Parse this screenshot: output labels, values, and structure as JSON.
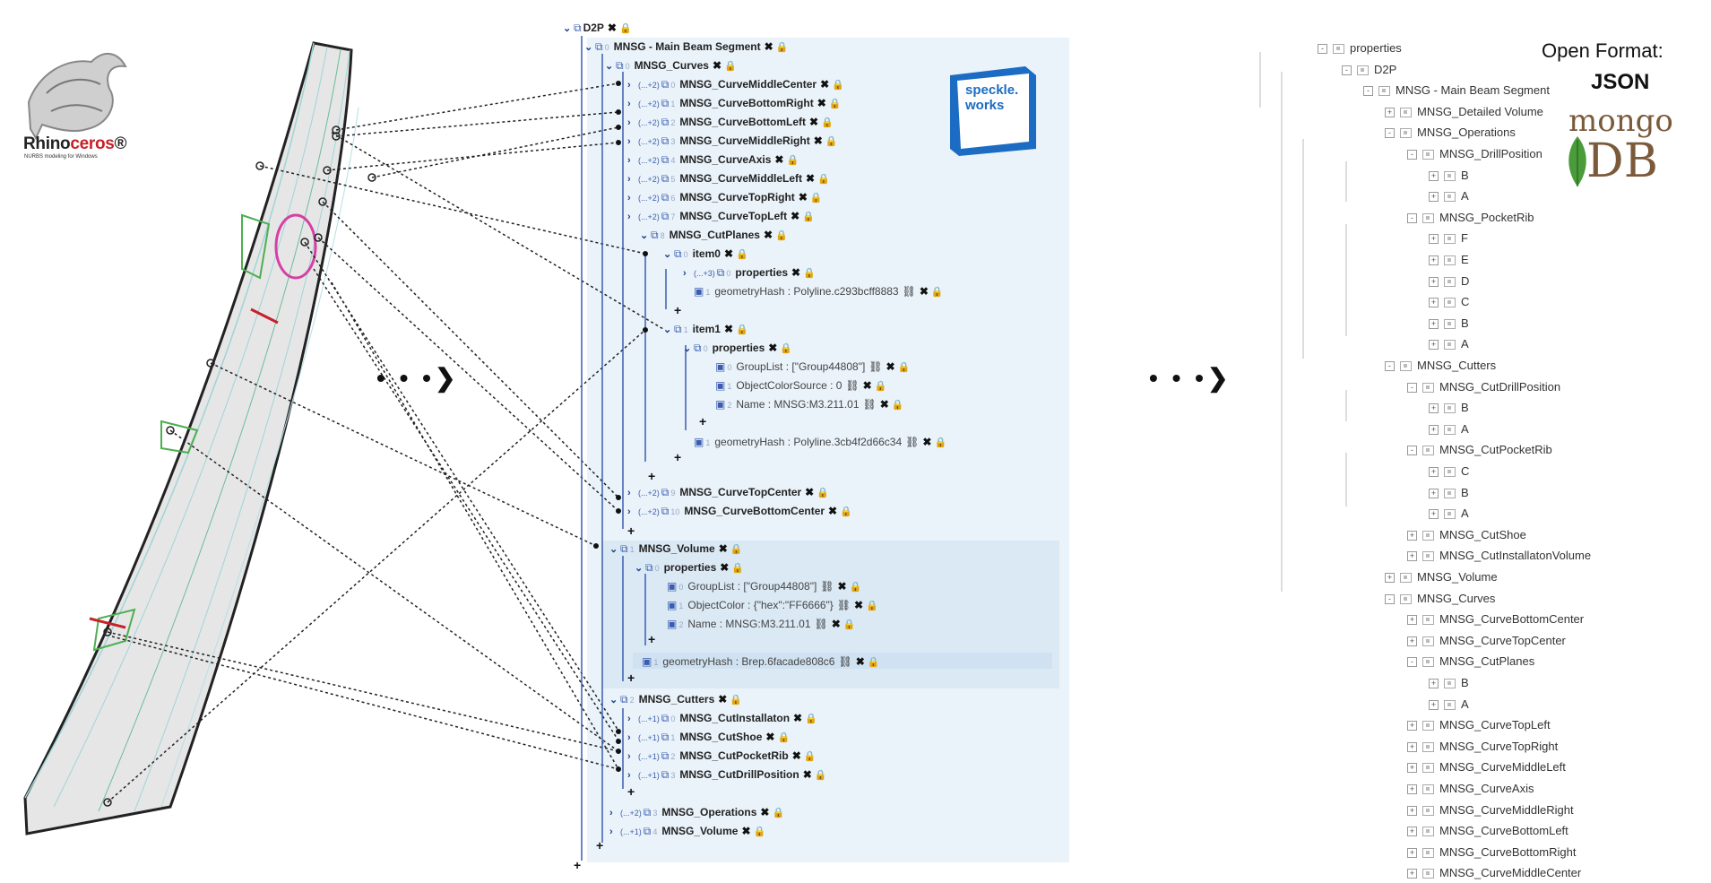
{
  "logos": {
    "rhino_main": "Rhino",
    "rhino_accent": "ceros",
    "rhino_reg": "®",
    "rhino_tagline": "NURBS modeling for Windows",
    "speckle_line1": "speckle.",
    "speckle_line2": "works",
    "format_title": "Open Format:",
    "format_name": "JSON",
    "mongo_word": "mongo",
    "db_word": "DB"
  },
  "arrows": {
    "left": "• • •❯",
    "right": "• • •❯"
  },
  "colors": {
    "panel": "#eaf3fa",
    "accent": "#3b5db0",
    "lock": "#3c7bd6",
    "beam": "#e0e0e0",
    "green": "#4caf50",
    "magenta": "#d63fa5",
    "mongo_brown": "#7a5a3a",
    "mongo_green": "#4a9b3a"
  },
  "speckle_tree": [
    {
      "chevron": "v",
      "count": "",
      "idx": "",
      "label": "D2P",
      "bold": true
    },
    {
      "chevron": "v",
      "count": "",
      "idx": "0",
      "label": "MNSG - Main Beam Segment",
      "bold": true
    },
    {
      "chevron": "v",
      "count": "",
      "idx": "0",
      "label": "MNSG_Curves",
      "bold": true
    },
    {
      "chevron": ">",
      "count": "(...+2)",
      "idx": "0",
      "label": "MNSG_CurveMiddleCenter",
      "bold": true
    },
    {
      "chevron": ">",
      "count": "(...+2)",
      "idx": "1",
      "label": "MNSG_CurveBottomRight",
      "bold": true
    },
    {
      "chevron": ">",
      "count": "(...+2)",
      "idx": "2",
      "label": "MNSG_CurveBottomLeft",
      "bold": true
    },
    {
      "chevron": ">",
      "count": "(...+2)",
      "idx": "3",
      "label": "MNSG_CurveMiddleRight",
      "bold": true
    },
    {
      "chevron": ">",
      "count": "(...+2)",
      "idx": "4",
      "label": "MNSG_CurveAxis",
      "bold": true
    },
    {
      "chevron": ">",
      "count": "(...+2)",
      "idx": "5",
      "label": "MNSG_CurveMiddleLeft",
      "bold": true
    },
    {
      "chevron": ">",
      "count": "(...+2)",
      "idx": "6",
      "label": "MNSG_CurveTopRight",
      "bold": true
    },
    {
      "chevron": ">",
      "count": "(...+2)",
      "idx": "7",
      "label": "MNSG_CurveTopLeft",
      "bold": true
    },
    {
      "chevron": "v",
      "count": "",
      "idx": "8",
      "label": "MNSG_CutPlanes",
      "bold": true
    },
    {
      "chevron": "v",
      "count": "",
      "idx": "0",
      "label": "item0",
      "bold": true
    },
    {
      "chevron": ">",
      "count": "(...+3)",
      "idx": "0",
      "label": "properties",
      "bold": true
    },
    {
      "chevron": "",
      "count": "",
      "idx": "1",
      "label": "geometryHash : Polyline.c293bcff8883",
      "bold": false
    },
    {
      "chevron": "v",
      "count": "",
      "idx": "1",
      "label": "item1",
      "bold": true
    },
    {
      "chevron": "v",
      "count": "",
      "idx": "0",
      "label": "properties",
      "bold": true
    },
    {
      "chevron": "",
      "count": "",
      "idx": "0",
      "label": "GroupList : [\"Group44808\"]",
      "bold": false
    },
    {
      "chevron": "",
      "count": "",
      "idx": "1",
      "label": "ObjectColorSource : 0",
      "bold": false
    },
    {
      "chevron": "",
      "count": "",
      "idx": "2",
      "label": "Name : MNSG:M3.211.01",
      "bold": false
    },
    {
      "chevron": "",
      "count": "",
      "idx": "1",
      "label": "geometryHash : Polyline.3cb4f2d66c34",
      "bold": false
    },
    {
      "chevron": ">",
      "count": "(...+2)",
      "idx": "9",
      "label": "MNSG_CurveTopCenter",
      "bold": true
    },
    {
      "chevron": ">",
      "count": "(...+2)",
      "idx": "10",
      "label": "MNSG_CurveBottomCenter",
      "bold": true
    },
    {
      "chevron": "v",
      "count": "",
      "idx": "1",
      "label": "MNSG_Volume",
      "bold": true
    },
    {
      "chevron": "v",
      "count": "",
      "idx": "0",
      "label": "properties",
      "bold": true
    },
    {
      "chevron": "",
      "count": "",
      "idx": "0",
      "label": "GroupList : [\"Group44808\"]",
      "bold": false
    },
    {
      "chevron": "",
      "count": "",
      "idx": "1",
      "label": "ObjectColor : {\"hex\":\"FF6666\"}",
      "bold": false
    },
    {
      "chevron": "",
      "count": "",
      "idx": "2",
      "label": "Name : MNSG:M3.211.01",
      "bold": false
    },
    {
      "chevron": "",
      "count": "",
      "idx": "1",
      "label": "geometryHash : Brep.6facade808c6",
      "bold": false
    },
    {
      "chevron": "v",
      "count": "",
      "idx": "2",
      "label": "MNSG_Cutters",
      "bold": true
    },
    {
      "chevron": ">",
      "count": "(...+1)",
      "idx": "0",
      "label": "MNSG_CutInstallaton",
      "bold": true
    },
    {
      "chevron": ">",
      "count": "(...+1)",
      "idx": "1",
      "label": "MNSG_CutShoe",
      "bold": true
    },
    {
      "chevron": ">",
      "count": "(...+1)",
      "idx": "2",
      "label": "MNSG_CutPocketRib",
      "bold": true
    },
    {
      "chevron": ">",
      "count": "(...+1)",
      "idx": "3",
      "label": "MNSG_CutDrillPosition",
      "bold": true
    },
    {
      "chevron": ">",
      "count": "(...+2)",
      "idx": "3",
      "label": "MNSG_Operations",
      "bold": true
    },
    {
      "chevron": ">",
      "count": "(...+1)",
      "idx": "4",
      "label": "MNSG_Volume",
      "bold": true
    }
  ],
  "json_tree": [
    {
      "exp": "-",
      "label": "properties"
    },
    {
      "exp": "-",
      "label": "D2P"
    },
    {
      "exp": "-",
      "label": "MNSG - Main Beam Segment"
    },
    {
      "exp": "+",
      "label": "MNSG_Detailed Volume"
    },
    {
      "exp": "-",
      "label": "MNSG_Operations"
    },
    {
      "exp": "-",
      "label": "MNSG_DrillPosition"
    },
    {
      "exp": "+",
      "label": "B"
    },
    {
      "exp": "+",
      "label": "A"
    },
    {
      "exp": "-",
      "label": "MNSG_PocketRib"
    },
    {
      "exp": "+",
      "label": "F"
    },
    {
      "exp": "+",
      "label": "E"
    },
    {
      "exp": "+",
      "label": "D"
    },
    {
      "exp": "+",
      "label": "C"
    },
    {
      "exp": "+",
      "label": "B"
    },
    {
      "exp": "+",
      "label": "A"
    },
    {
      "exp": "-",
      "label": "MNSG_Cutters"
    },
    {
      "exp": "-",
      "label": "MNSG_CutDrillPosition"
    },
    {
      "exp": "+",
      "label": "B"
    },
    {
      "exp": "+",
      "label": "A"
    },
    {
      "exp": "-",
      "label": "MNSG_CutPocketRib"
    },
    {
      "exp": "+",
      "label": "C"
    },
    {
      "exp": "+",
      "label": "B"
    },
    {
      "exp": "+",
      "label": "A"
    },
    {
      "exp": "+",
      "label": "MNSG_CutShoe"
    },
    {
      "exp": "+",
      "label": "MNSG_CutInstallatonVolume"
    },
    {
      "exp": "+",
      "label": "MNSG_Volume"
    },
    {
      "exp": "-",
      "label": "MNSG_Curves"
    },
    {
      "exp": "+",
      "label": "MNSG_CurveBottomCenter"
    },
    {
      "exp": "+",
      "label": "MNSG_CurveTopCenter"
    },
    {
      "exp": "-",
      "label": "MNSG_CutPlanes"
    },
    {
      "exp": "+",
      "label": "B"
    },
    {
      "exp": "+",
      "label": "A"
    },
    {
      "exp": "+",
      "label": "MNSG_CurveTopLeft"
    },
    {
      "exp": "+",
      "label": "MNSG_CurveTopRight"
    },
    {
      "exp": "+",
      "label": "MNSG_CurveMiddleLeft"
    },
    {
      "exp": "+",
      "label": "MNSG_CurveAxis"
    },
    {
      "exp": "+",
      "label": "MNSG_CurveMiddleRight"
    },
    {
      "exp": "+",
      "label": "MNSG_CurveBottomLeft"
    },
    {
      "exp": "+",
      "label": "MNSG_CurveBottomRight"
    },
    {
      "exp": "+",
      "label": "MNSG_CurveMiddleCenter"
    }
  ]
}
